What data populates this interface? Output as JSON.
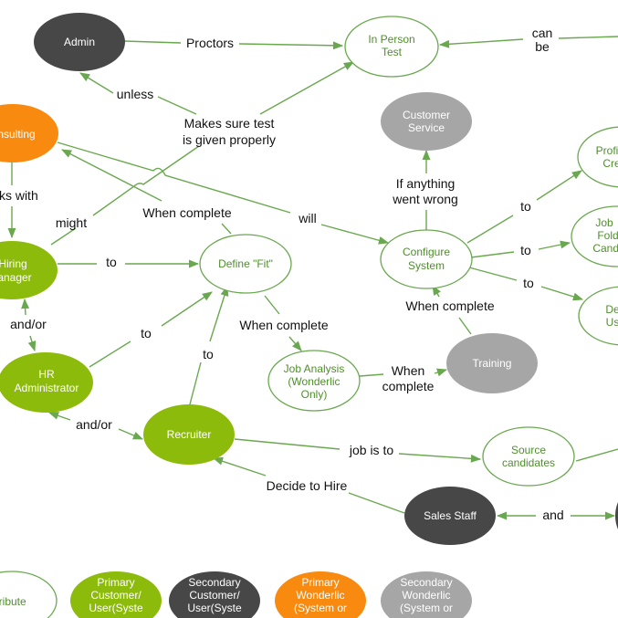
{
  "colors": {
    "edge": "#6aa84f",
    "attribute_stroke": "#6aa84f",
    "attribute_text": "#4e8f2a",
    "primary_customer": "#8dbb0c",
    "secondary_customer": "#474747",
    "primary_wonderlic": "#f78a0f",
    "secondary_wonderlic": "#a6a6a6"
  },
  "nodes": {
    "admin": [
      "Admin"
    ],
    "in_person_test": [
      "In Person",
      "Test"
    ],
    "consulting": [
      "nsulting"
    ],
    "customer_service": [
      "Customer",
      "Service"
    ],
    "profile": [
      "Profi",
      "Cre"
    ],
    "job_folder": [
      "Job",
      "Fold",
      "Candi"
    ],
    "define_users": [
      "De",
      "Us"
    ],
    "hiring_manager": [
      "Hiring",
      "anager"
    ],
    "define_fit": [
      "Define \"Fit\""
    ],
    "configure_system": [
      "Configure",
      "System"
    ],
    "hr_administrator": [
      "HR",
      "Administrator"
    ],
    "job_analysis": [
      "Job Analysis",
      "(Wonderlic",
      "Only)"
    ],
    "training": [
      "Training"
    ],
    "recruiter": [
      "Recruiter"
    ],
    "source_candidates": [
      "Source",
      "candidates"
    ],
    "sales_staff": [
      "Sales Staff"
    ]
  },
  "edge_labels": {
    "proctors": [
      "Proctors"
    ],
    "can_be": [
      "can",
      "be"
    ],
    "unless": [
      "unless"
    ],
    "makes_sure": [
      "Makes sure test",
      "is given properly"
    ],
    "works_with": [
      "rks with"
    ],
    "might": [
      "might"
    ],
    "when_complete_top": [
      "When complete"
    ],
    "will": [
      "will"
    ],
    "if_anything": [
      "If anything",
      "went wrong"
    ],
    "to_profile": [
      "to"
    ],
    "to_folder": [
      "to"
    ],
    "to_users": [
      "to"
    ],
    "to_hm_fit": [
      "to"
    ],
    "and_or_1": [
      "and/or"
    ],
    "when_complete_fit": [
      "When complete"
    ],
    "when_complete_training": [
      "When complete"
    ],
    "to_hr_fit": [
      "to"
    ],
    "to_rec_fit": [
      "to"
    ],
    "when_complete_ja": [
      "When",
      "complete"
    ],
    "and_or_2": [
      "and/or"
    ],
    "job_is_to": [
      "job is to"
    ],
    "decide_to_hire": [
      "Decide to Hire"
    ],
    "and": [
      "and"
    ]
  },
  "legend": {
    "attribute": [
      "tribute"
    ],
    "primary_customer": [
      "Primary",
      "Customer/",
      "User(Syste"
    ],
    "secondary_customer": [
      "Secondary",
      "Customer/",
      "User(Syste"
    ],
    "primary_wonderlic": [
      "Primary",
      "Wonderlic",
      "(System or"
    ],
    "secondary_wonderlic": [
      "Secondary",
      "Wonderlic",
      "(System or"
    ]
  }
}
